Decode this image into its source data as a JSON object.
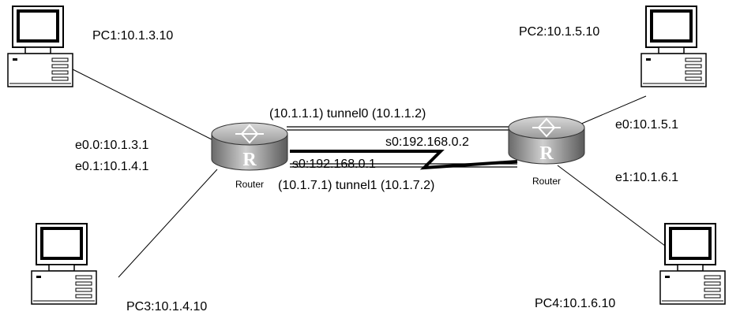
{
  "pcs": {
    "pc1": "PC1:10.1.3.10",
    "pc2": "PC2:10.1.5.10",
    "pc3": "PC3:10.1.4.10",
    "pc4": "PC4:10.1.6.10"
  },
  "router_left": {
    "caption": "Router",
    "glyph": "R",
    "if_e00": "e0.0:10.1.3.1",
    "if_e01": "e0.1:10.1.4.1",
    "if_s0": "s0:192.168.0.1"
  },
  "router_right": {
    "caption": "Router",
    "glyph": "R",
    "if_e0": "e0:10.1.5.1",
    "if_e1": "e1:10.1.6.1",
    "if_s0": "s0:192.168.0.2"
  },
  "tunnels": {
    "tunnel0": "(10.1.1.1) tunnel0 (10.1.1.2)",
    "tunnel1": "(10.1.7.1) tunnel1 (10.1.7.2)"
  }
}
